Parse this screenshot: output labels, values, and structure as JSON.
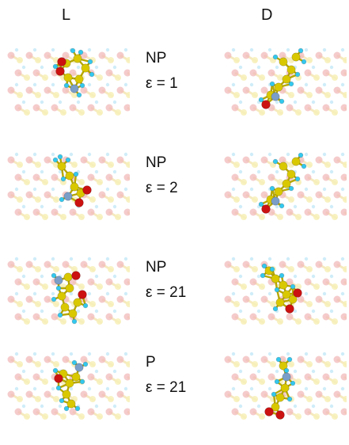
{
  "columns": {
    "left": "L",
    "right": "D"
  },
  "rows": [
    {
      "phase": "NP",
      "epsilon": "ε = 1"
    },
    {
      "phase": "NP",
      "epsilon": "ε = 2"
    },
    {
      "phase": "NP",
      "epsilon": "ε = 21"
    },
    {
      "phase": "P",
      "epsilon": "ε = 21"
    }
  ],
  "colors": {
    "carbon": "#d9c800",
    "oxygen": "#cc1111",
    "nitrogen": "#7a9ec8",
    "hydrogen": "#33c8ee",
    "lattice_o": "#f2b9b9",
    "lattice_c": "#f7f0b8",
    "lattice_h": "#c3e9f7"
  }
}
